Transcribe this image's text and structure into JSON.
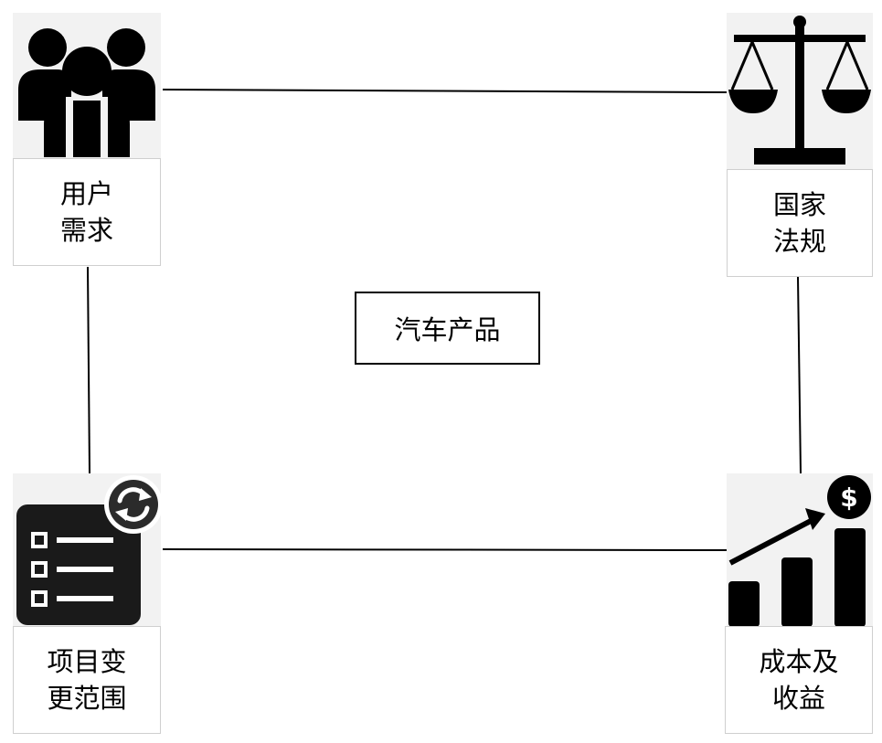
{
  "diagram": {
    "center": {
      "label": "汽车产品"
    },
    "nodes": [
      {
        "id": "user",
        "line1": "用户",
        "line2": "需求",
        "icon": "users-group-icon"
      },
      {
        "id": "law",
        "line1": "国家",
        "line2": "法规",
        "icon": "scales-icon"
      },
      {
        "id": "scope",
        "line1": "项目变",
        "line2": "更范围",
        "icon": "checklist-refresh-icon"
      },
      {
        "id": "cost",
        "line1": "成本及",
        "line2": "收益",
        "icon": "growth-dollar-icon"
      }
    ],
    "edges": [
      {
        "from": "user",
        "to": "law"
      },
      {
        "from": "law",
        "to": "cost"
      },
      {
        "from": "scope",
        "to": "cost"
      },
      {
        "from": "user",
        "to": "scope"
      }
    ]
  }
}
